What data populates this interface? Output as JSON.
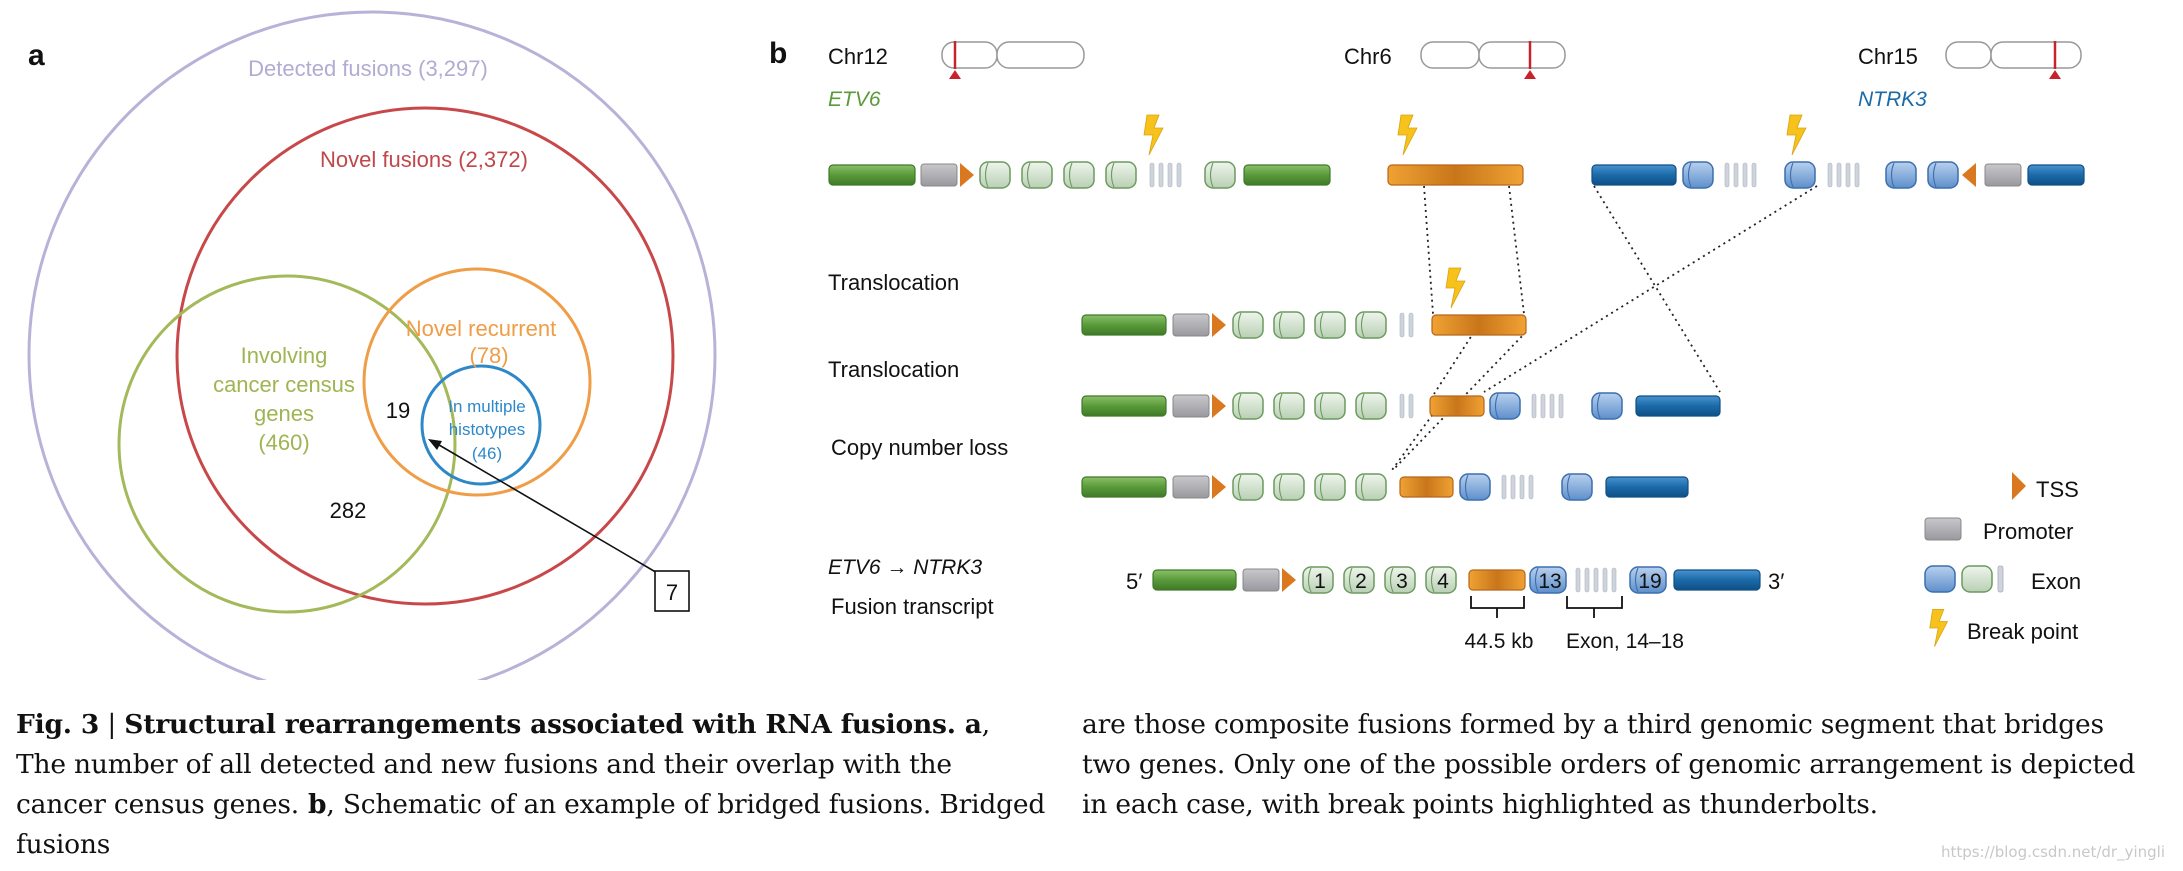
{
  "panel_a": {
    "label": "a",
    "sets": {
      "detected": "Detected fusions (3,297)",
      "novel": "Novel fusions (2,372)",
      "cancer_l1": "Involving",
      "cancer_l2": "cancer census",
      "cancer_l3": "genes",
      "cancer_l4": "(460)",
      "recurrent_l1": "Novel recurrent",
      "recurrent_l2": "(78)",
      "multi_l1": "In multiple",
      "multi_l2": "histotypes",
      "multi_l3": "(46)"
    },
    "counts": {
      "c19": "19",
      "c282": "282",
      "c7": "7"
    },
    "colors": {
      "detected": "#b7b3d8",
      "novel": "#c8484a",
      "cancer": "#a3b95a",
      "recurrent": "#ef9d47",
      "multi": "#2e88c8"
    }
  },
  "panel_b": {
    "label": "b",
    "chromosomes": {
      "chr12": "Chr12",
      "chr6": "Chr6",
      "chr15": "Chr15"
    },
    "genes": {
      "etv6": "ETV6",
      "ntrk3": "NTRK3"
    },
    "rows": {
      "translocation_1": "Translocation",
      "translocation_2": "Translocation",
      "copy_number_loss": "Copy number loss",
      "fusion_genes": "ETV6 → NTRK3",
      "fusion_transcript": "Fusion transcript"
    },
    "transcript": {
      "five_prime": "5′",
      "three_prime": "3′",
      "exon_1": "1",
      "exon_2": "2",
      "exon_3": "3",
      "exon_4": "4",
      "exon_13": "13",
      "exon_19": "19",
      "size_label": "44.5 kb",
      "exon_range": "Exon, 14–18"
    },
    "legend": {
      "tss": "TSS",
      "promoter": "Promoter",
      "exon": "Exon",
      "break_point": "Break point"
    },
    "colors": {
      "etv6": "#5a9a3a",
      "exon_green": "#d3e3cf",
      "ntrk3": "#1b6aa8",
      "exon_blue": "#7ea7d8",
      "chr6": "#e8921e",
      "promoter": "#a9a9ad",
      "tss": "#d9781e",
      "bolt": "#f6c21b"
    }
  },
  "caption": {
    "left_fig": "Fig. 3",
    "left_sep": " | ",
    "left_title": "Structural rearrangements associated with RNA fusions.",
    "left_a": " a",
    "left_text1": ", The number of all detected and new fusions and their overlap with the cancer census genes.",
    "left_b": " b",
    "left_text2": ", Schematic of an example of bridged fusions. Bridged fusions",
    "right_text": "are those composite fusions formed by a third genomic segment that bridges two genes. Only one of the possible orders of genomic arrangement is depicted in each case, with break points highlighted as thunderbolts."
  },
  "watermark": "https://blog.csdn.net/dr_yingli"
}
